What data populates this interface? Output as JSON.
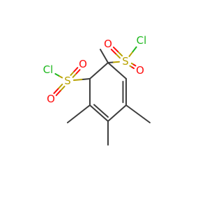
{
  "diagram": {
    "type": "chemical-structure",
    "colors": {
      "bond": "#3d3d3d",
      "carbon": "#3d3d3d",
      "sulfur": "#b8a200",
      "oxygen": "#ff0d0d",
      "chlorine": "#1fb81f",
      "background": "#ffffff"
    },
    "atoms": [
      {
        "id": "c1",
        "element": "C",
        "label": ""
      },
      {
        "id": "c2",
        "element": "C",
        "label": ""
      },
      {
        "id": "c3",
        "element": "C",
        "label": ""
      },
      {
        "id": "c4",
        "element": "C",
        "label": ""
      },
      {
        "id": "c5",
        "element": "C",
        "label": ""
      },
      {
        "id": "c6",
        "element": "C",
        "label": ""
      },
      {
        "id": "me-c1",
        "element": "C",
        "label": ""
      },
      {
        "id": "me-c3",
        "element": "C",
        "label": ""
      },
      {
        "id": "me-c4",
        "element": "C",
        "label": ""
      },
      {
        "id": "me-c5",
        "element": "C",
        "label": ""
      },
      {
        "id": "s-right",
        "element": "S",
        "label": "S"
      },
      {
        "id": "o-right-top",
        "element": "O",
        "label": "O"
      },
      {
        "id": "o-right-bottom",
        "element": "O",
        "label": "O"
      },
      {
        "id": "cl-right",
        "element": "Cl",
        "label": "Cl"
      },
      {
        "id": "s-left",
        "element": "S",
        "label": "S"
      },
      {
        "id": "o-left-top",
        "element": "O",
        "label": "O"
      },
      {
        "id": "o-left-bottom",
        "element": "O",
        "label": "O"
      },
      {
        "id": "cl-left",
        "element": "Cl",
        "label": "Cl"
      }
    ],
    "bonds": [
      {
        "from": "c1",
        "to": "c2",
        "order": 1
      },
      {
        "from": "c2",
        "to": "c3",
        "order": 2
      },
      {
        "from": "c3",
        "to": "c4",
        "order": 1
      },
      {
        "from": "c4",
        "to": "c5",
        "order": 2
      },
      {
        "from": "c5",
        "to": "c6",
        "order": 1
      },
      {
        "from": "c6",
        "to": "c1",
        "order": 1
      },
      {
        "from": "c1",
        "to": "me-c1",
        "order": 1
      },
      {
        "from": "c3",
        "to": "me-c3",
        "order": 1
      },
      {
        "from": "c4",
        "to": "me-c4",
        "order": 1
      },
      {
        "from": "c5",
        "to": "me-c5",
        "order": 1
      },
      {
        "from": "c1",
        "to": "s-right",
        "order": 1
      },
      {
        "from": "s-right",
        "to": "o-right-top",
        "order": 2
      },
      {
        "from": "s-right",
        "to": "o-right-bottom",
        "order": 2
      },
      {
        "from": "s-right",
        "to": "cl-right",
        "order": 1
      },
      {
        "from": "c6",
        "to": "s-left",
        "order": 1
      },
      {
        "from": "s-left",
        "to": "o-left-top",
        "order": 2
      },
      {
        "from": "s-left",
        "to": "o-left-bottom",
        "order": 2
      },
      {
        "from": "s-left",
        "to": "cl-left",
        "order": 1
      }
    ]
  }
}
